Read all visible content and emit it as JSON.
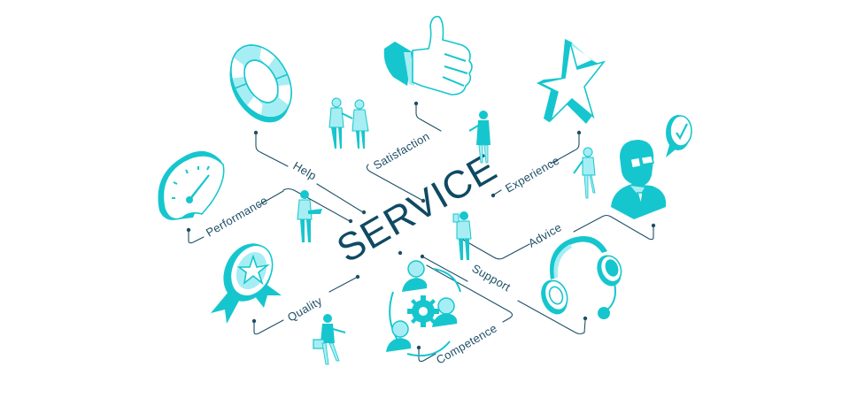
{
  "title": "SERVICE",
  "labels": {
    "help": "Help",
    "satisfaction": "Satisfaction",
    "experience": "Experience",
    "performance": "Performance",
    "advice": "Advice",
    "quality": "Quality",
    "support": "Support",
    "competence": "Competence"
  },
  "icons": [
    "lifebuoy-icon",
    "thumbs-up-icon",
    "star-icon",
    "speedometer-icon",
    "consultant-icon",
    "checkmark-bubble-icon",
    "award-badge-icon",
    "team-gear-icon",
    "headset-icon"
  ],
  "colors": {
    "accent": "#16c6ce",
    "accent_light": "#a6eef3",
    "text": "#1d4f67",
    "title": "#0f4a63",
    "background": "#ffffff"
  }
}
